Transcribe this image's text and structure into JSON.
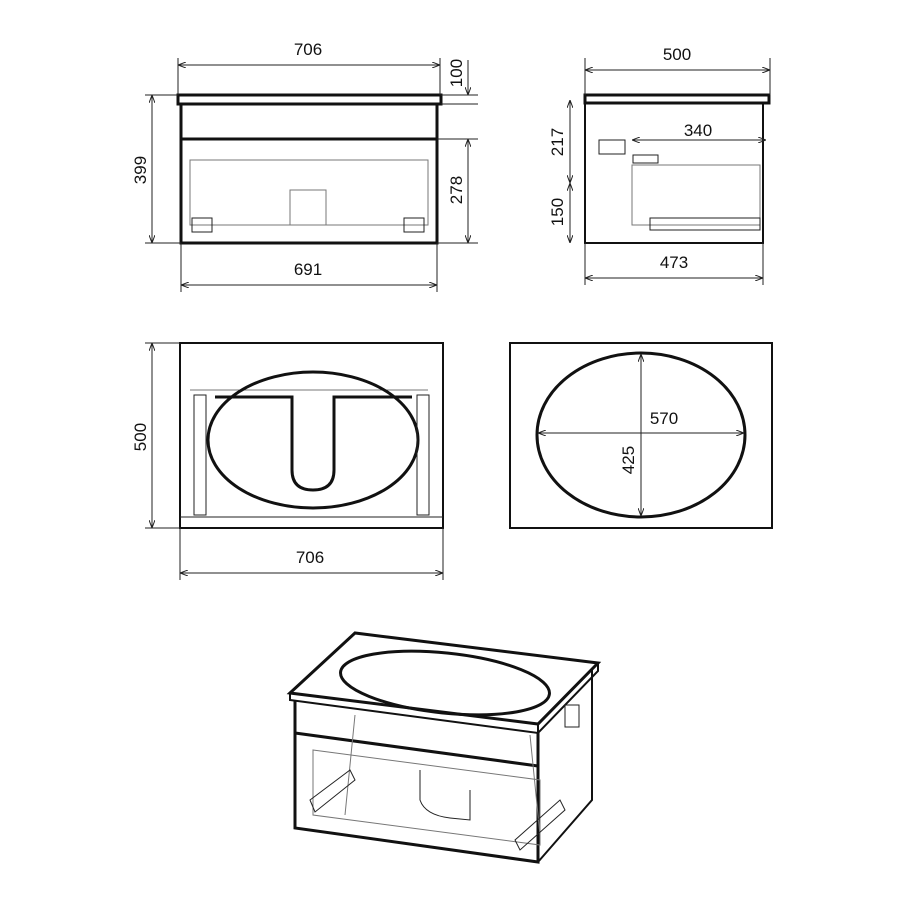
{
  "front_view": {
    "width_top": "706",
    "top_height": "100",
    "total_height": "399",
    "drawer_height": "278",
    "width_body": "691"
  },
  "side_view": {
    "depth_top": "500",
    "upper_height": "217",
    "lower_height": "150",
    "drawer_depth": "340",
    "body_depth": "473"
  },
  "top_view": {
    "depth": "500",
    "width": "706"
  },
  "basin_view": {
    "length": "570",
    "width": "425"
  },
  "colors": {
    "line": "#111111",
    "background": "#ffffff"
  }
}
